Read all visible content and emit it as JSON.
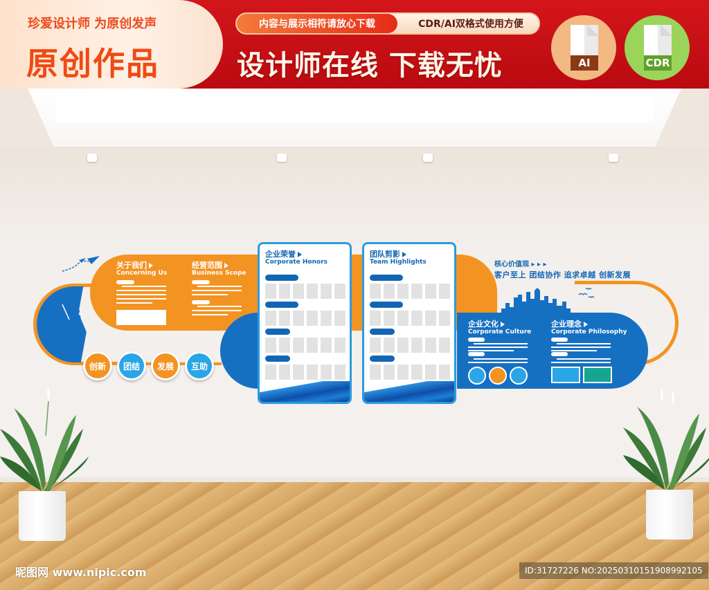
{
  "banner": {
    "slogan_small": "珍爱设计师  为原创发声",
    "slogan_big": "原创作品",
    "pill_left": "内容与展示相符请放心下载",
    "pill_right": "CDR/AI双格式使用方便",
    "headline": "设计师在线  下载无忧",
    "formats": [
      {
        "label": "AI",
        "icon": "file-ai-icon",
        "color": "#f3b983"
      },
      {
        "label": "CDR",
        "icon": "file-cdr-icon",
        "color": "#9ad45b"
      }
    ]
  },
  "wall": {
    "about": {
      "cn": "关于我们",
      "en": "Concerning Us"
    },
    "scope": {
      "cn": "经营范围",
      "en": "Business Scope"
    },
    "values": [
      {
        "label": "创新",
        "color": "#f39322"
      },
      {
        "label": "团结",
        "color": "#2aa5e6"
      },
      {
        "label": "发展",
        "color": "#f39322"
      },
      {
        "label": "互助",
        "color": "#2aa5e6"
      }
    ],
    "boards": [
      {
        "cn": "企业荣誉",
        "en": "Corporate Honors"
      },
      {
        "cn": "团队剪影",
        "en": "Team Highlights"
      }
    ],
    "core_values": {
      "title": "核心价值观 ▸ ▸ ▸",
      "text": "客户至上 团结协作 追求卓越 创新发展"
    },
    "culture": {
      "cn": "企业文化",
      "en": "Corporate Culture"
    },
    "philosophy": {
      "cn": "企业理念",
      "en": "Corporate Philosophy"
    }
  },
  "colors": {
    "orange": "#f39322",
    "blue": "#1670c2",
    "light_blue": "#2aa5e6",
    "teal": "#17a591",
    "banner_red": "#c8101a"
  },
  "watermark": {
    "site": "昵图网 www.nipic.com",
    "id": "ID:31727226 NO:20250310151908992105"
  }
}
